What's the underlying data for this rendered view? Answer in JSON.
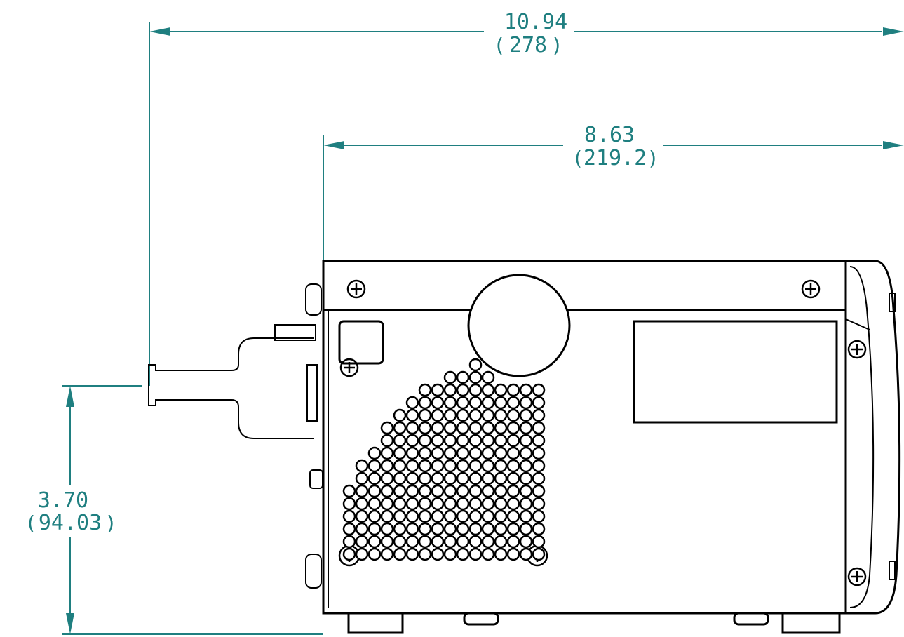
{
  "colors": {
    "dimension": "#1f7f80",
    "outline": "#000000",
    "background": "#ffffff"
  },
  "dimensions": {
    "overall_width": {
      "inches": "10.94",
      "mm": "278"
    },
    "body_width": {
      "inches": "8.63",
      "mm": "219.2"
    },
    "height": {
      "inches": "3.70",
      "mm": "94.03"
    }
  }
}
